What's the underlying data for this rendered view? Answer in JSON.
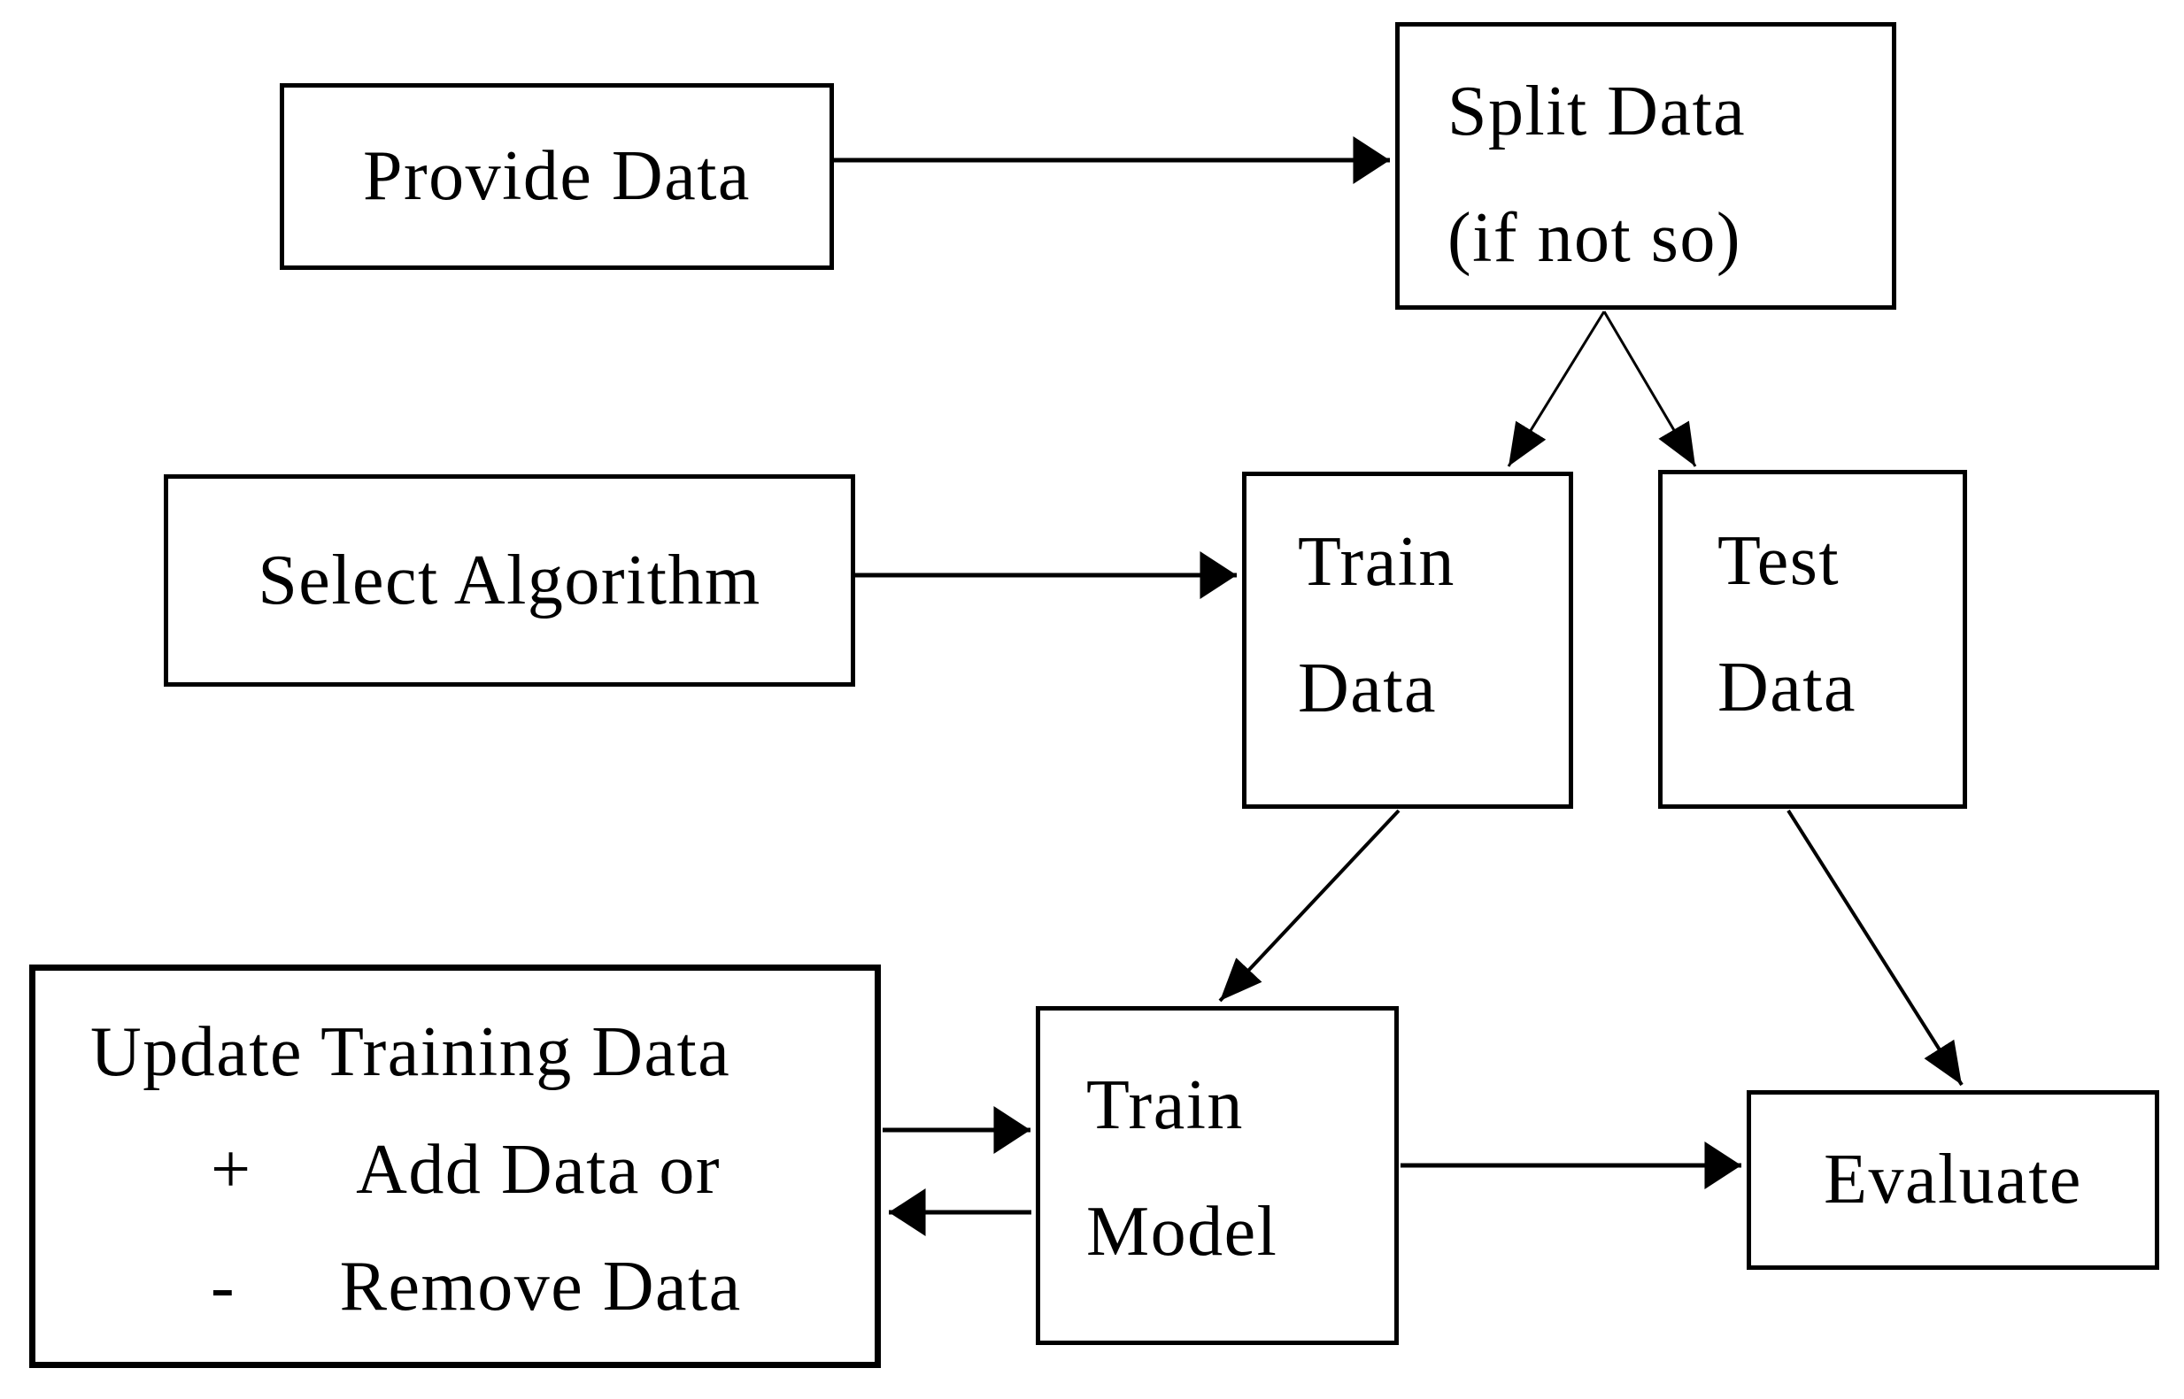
{
  "colors": {
    "ink": "#000000",
    "background": "#ffffff"
  },
  "nodes": {
    "provide_data": {
      "lines": [
        "Provide Data"
      ]
    },
    "split_data": {
      "lines": [
        "Split Data",
        "(if not so)"
      ]
    },
    "select_algorithm": {
      "lines": [
        "Select Algorithm"
      ]
    },
    "train_data": {
      "lines": [
        "Train",
        "Data"
      ]
    },
    "test_data": {
      "lines": [
        "Test",
        "Data"
      ]
    },
    "update_training_data": {
      "title": "Update Training Data",
      "items": [
        {
          "marker": "+",
          "text": "Add Data or"
        },
        {
          "marker": "-",
          "text": "Remove Data"
        }
      ]
    },
    "train_model": {
      "lines": [
        "Train",
        "Model"
      ]
    },
    "evaluate": {
      "lines": [
        "Evaluate"
      ]
    }
  },
  "edges": [
    {
      "from": "provide_data",
      "to": "split_data",
      "style": "solid-arrow"
    },
    {
      "from": "split_data",
      "to": "train_data",
      "style": "solid-arrow"
    },
    {
      "from": "split_data",
      "to": "test_data",
      "style": "solid-arrow"
    },
    {
      "from": "select_algorithm",
      "to": "train_data",
      "style": "solid-arrow"
    },
    {
      "from": "train_data",
      "to": "train_model",
      "style": "solid-arrow"
    },
    {
      "from": "test_data",
      "to": "evaluate",
      "style": "solid-arrow"
    },
    {
      "from": "update_training_data",
      "to": "train_model",
      "style": "solid-arrow"
    },
    {
      "from": "train_model",
      "to": "update_training_data",
      "style": "solid-arrow"
    },
    {
      "from": "train_model",
      "to": "evaluate",
      "style": "solid-arrow"
    }
  ]
}
